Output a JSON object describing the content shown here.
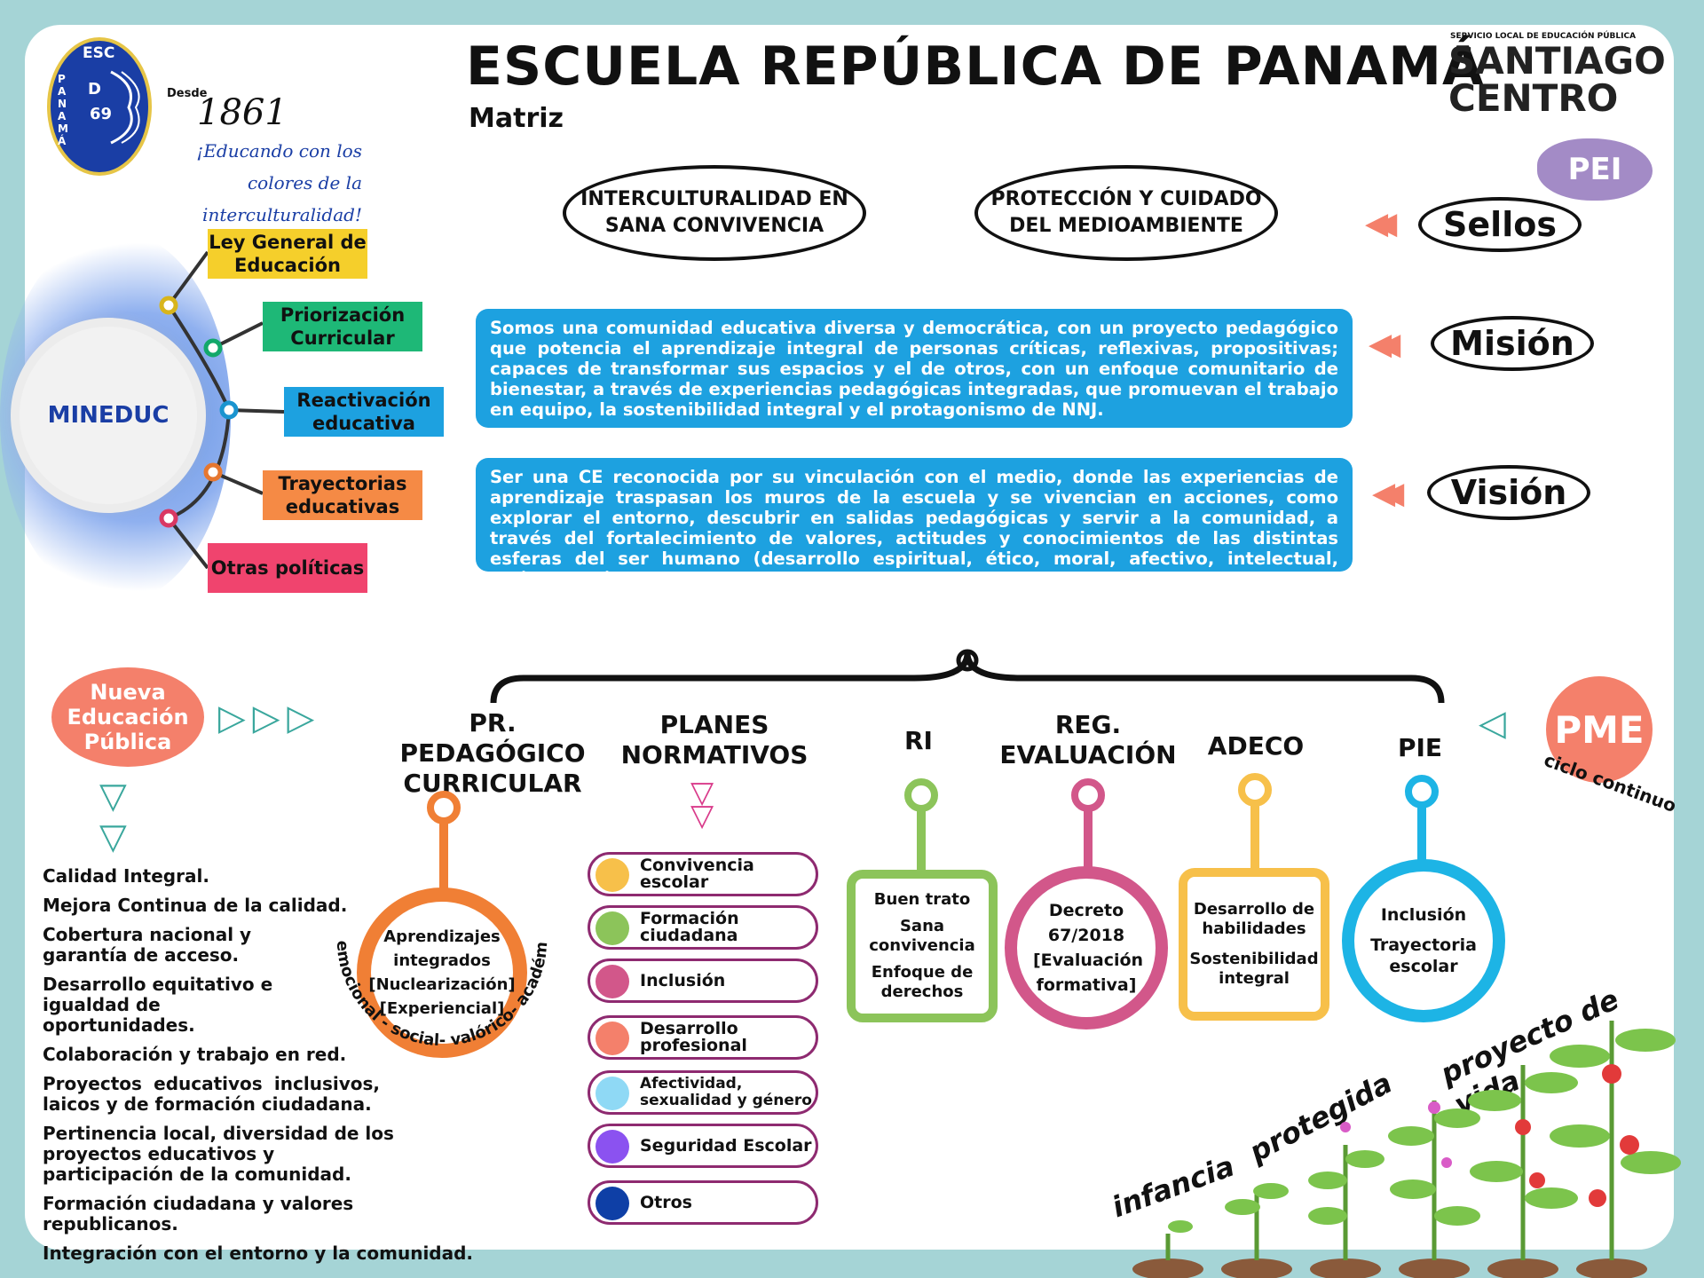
{
  "header": {
    "title": "ESCUELA REPÚBLICA DE PANAMÁ",
    "subtitle": "Matriz",
    "seal_top": "ESC",
    "seal_left": "PANAMÁ",
    "seal_mid": "D",
    "seal_num": "69",
    "desde": "Desde",
    "year": "1861",
    "motto_line1": "¡Educando con los",
    "motto_line2": "colores de la interculturalidad!",
    "org_small": "SERVICIO LOCAL DE EDUCACIÓN PÚBLICA",
    "org_line1": "SANTIAGO",
    "org_line2": "CENTRO",
    "pei": "PEI"
  },
  "sellos": {
    "items": [
      "INTERCULTURALIDAD EN SANA CONVIVENCIA",
      "PROTECCIÓN Y CUIDADO DEL MEDIOAMBIENTE"
    ],
    "label": "Sellos"
  },
  "mision": {
    "label": "Misión",
    "text": "Somos una comunidad educativa diversa y democrática, con un proyecto pedagógico que potencia el aprendizaje integral de personas críticas, reflexivas, propositivas; capaces de transformar sus espacios y el de otros, con un enfoque comunitario de bienestar, a través de experiencias pedagógicas integradas, que promuevan el trabajo en equipo, la sostenibilidad integral y el protagonismo de NNJ."
  },
  "vision": {
    "label": "Visión",
    "text": "Ser una CE reconocida por su vinculación con el medio, donde las experiencias de aprendizaje traspasan los muros de la escuela y se vivencian en acciones, como explorar el entorno, descubrir en salidas pedagógicas y servir a la comunidad, a través del fortalecimiento de valores, actitudes y conocimientos de las distintas esferas del ser humano (desarrollo espiritual, ético, moral, afectivo, intelectual, artístico y físico)."
  },
  "mineduc": {
    "label": "MINEDUC",
    "policies": [
      {
        "label": "Ley General de Educación",
        "color": "#f5cf2b"
      },
      {
        "label": "Priorización Curricular",
        "color": "#1eb877"
      },
      {
        "label": "Reactivación educativa",
        "color": "#1da1e0"
      },
      {
        "label": "Trayectorias educativas",
        "color": "#f58a45"
      },
      {
        "label": "Otras políticas",
        "color": "#f0446e"
      }
    ]
  },
  "nueva": {
    "label": "Nueva Educación Pública",
    "bullets": [
      "Calidad Integral.",
      "Mejora Continua de la calidad.",
      "Cobertura nacional y garantía de acceso.",
      "Desarrollo equitativo e igualdad de oportunidades.",
      "Colaboración y trabajo en red.",
      "Proyectos educativos inclusivos, laicos y de formación ciudadana.",
      "Pertinencia local, diversidad de los proyectos educativos y participación de la comunidad.",
      "Formación ciudadana y valores republicanos.",
      "Integración con el entorno y la comunidad."
    ]
  },
  "columns": {
    "pedagogico": {
      "head": "PR.  PEDAGÓGICO CURRICULAR",
      "circle": [
        "Aprendizajes integrados",
        "[Nuclearización]",
        "[Experiencial]"
      ],
      "arc": "emocional - social- valórico- académico",
      "color": "#f07f35"
    },
    "planes": {
      "head": "PLANES NORMATIVOS",
      "items": [
        {
          "label": "Convivencia escolar",
          "color": "#f7c04a"
        },
        {
          "label": "Formación ciudadana",
          "color": "#8cc45a"
        },
        {
          "label": "Inclusión",
          "color": "#d2578a"
        },
        {
          "label": "Desarrollo profesional",
          "color": "#f4806b"
        },
        {
          "label": "Afectividad, sexualidad y género",
          "color": "#8fd9f5"
        },
        {
          "label": "Seguridad Escolar",
          "color": "#8b52f0"
        },
        {
          "label": "Otros",
          "color": "#0e3fa6"
        }
      ]
    },
    "ri": {
      "head": "RI",
      "lines": [
        "Buen trato",
        "Sana convivencia",
        "Enfoque de derechos"
      ],
      "color": "#8cc45a"
    },
    "reg": {
      "head": "REG. EVALUACIÓN",
      "lines": [
        "Decreto 67/2018",
        "[Evaluación formativa]"
      ],
      "color": "#d2578a"
    },
    "adeco": {
      "head": "ADECO",
      "lines": [
        "Desarrollo de habilidades",
        "Sostenibilidad integral"
      ],
      "color": "#f7c04a"
    },
    "pie": {
      "head": "PIE",
      "lines": [
        "Inclusión",
        "Trayectoria escolar"
      ],
      "color": "#1db4e5"
    }
  },
  "pme": {
    "label": "PME",
    "caption": "ciclo continuo"
  },
  "slogan": {
    "w1": "infancia",
    "w2": "protegida",
    "w3": "proyecto de vida"
  }
}
